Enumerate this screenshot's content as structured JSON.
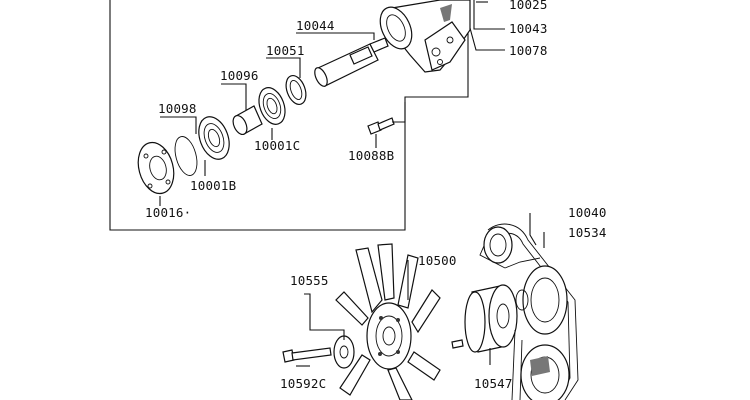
{
  "labels": {
    "p10025": "10025",
    "p10043": "10043",
    "p10078": "10078",
    "p10044": "10044",
    "p10051": "10051",
    "p10096": "10096",
    "p10098": "10098",
    "p10001C": "10001C",
    "p10088B": "10088B",
    "p10001B": "10001B",
    "p10016": "10016·",
    "p10040": "10040",
    "p10534": "10534",
    "p10500": "10500",
    "p10555": "10555",
    "p10592C": "10592C",
    "p10547": "10547"
  }
}
